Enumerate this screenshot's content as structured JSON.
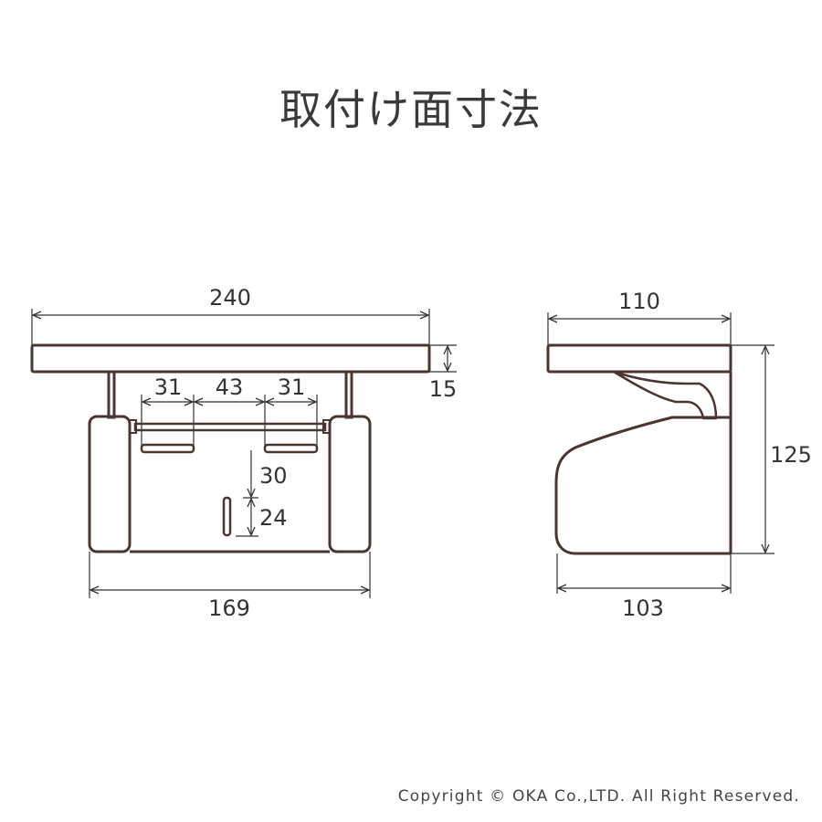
{
  "title": "取付け面寸法",
  "front_view": {
    "shelf_width": "240",
    "shelf_thickness": "15",
    "spacing_left": "31",
    "spacing_middle": "43",
    "spacing_right": "31",
    "vertical_upper": "30",
    "vertical_lower": "24",
    "body_width": "169"
  },
  "side_view": {
    "shelf_depth": "110",
    "height": "125",
    "body_depth": "103"
  },
  "colors": {
    "outline": "#4a3530",
    "dimension": "#333333"
  },
  "copyright": "Copyright © OKA Co.,LTD. All Right Reserved."
}
